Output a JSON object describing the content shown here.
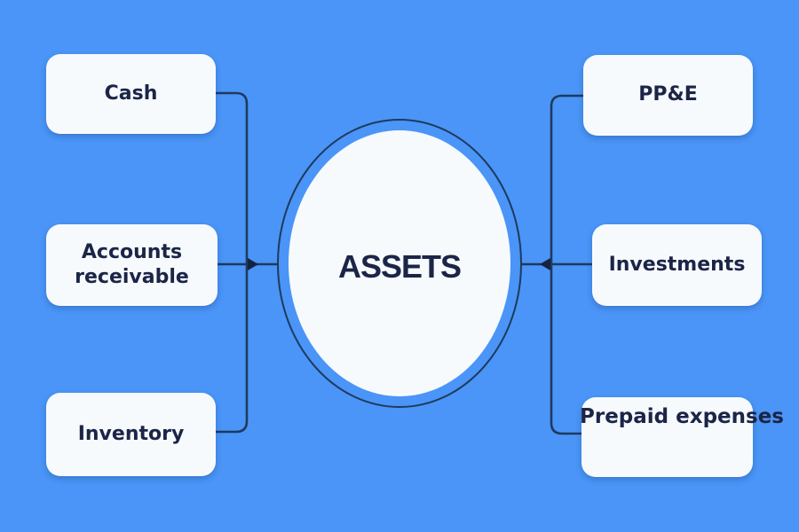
{
  "theme": {
    "background": "#4a95f7",
    "node_fill": "#f7fafd",
    "line_color": "#1f3a5e",
    "text_color": "#1b2547"
  },
  "center_node": {
    "label": "ASSETS"
  },
  "left_nodes": [
    {
      "id": "cash",
      "label": "Cash"
    },
    {
      "id": "accounts-receivable",
      "label": "Accounts receivable"
    },
    {
      "id": "inventory",
      "label": "Inventory"
    }
  ],
  "right_nodes": [
    {
      "id": "ppe",
      "label": "PP&E"
    },
    {
      "id": "investments",
      "label": "Investments"
    },
    {
      "id": "prepaid-expenses",
      "label": "Prepaid expenses"
    }
  ]
}
